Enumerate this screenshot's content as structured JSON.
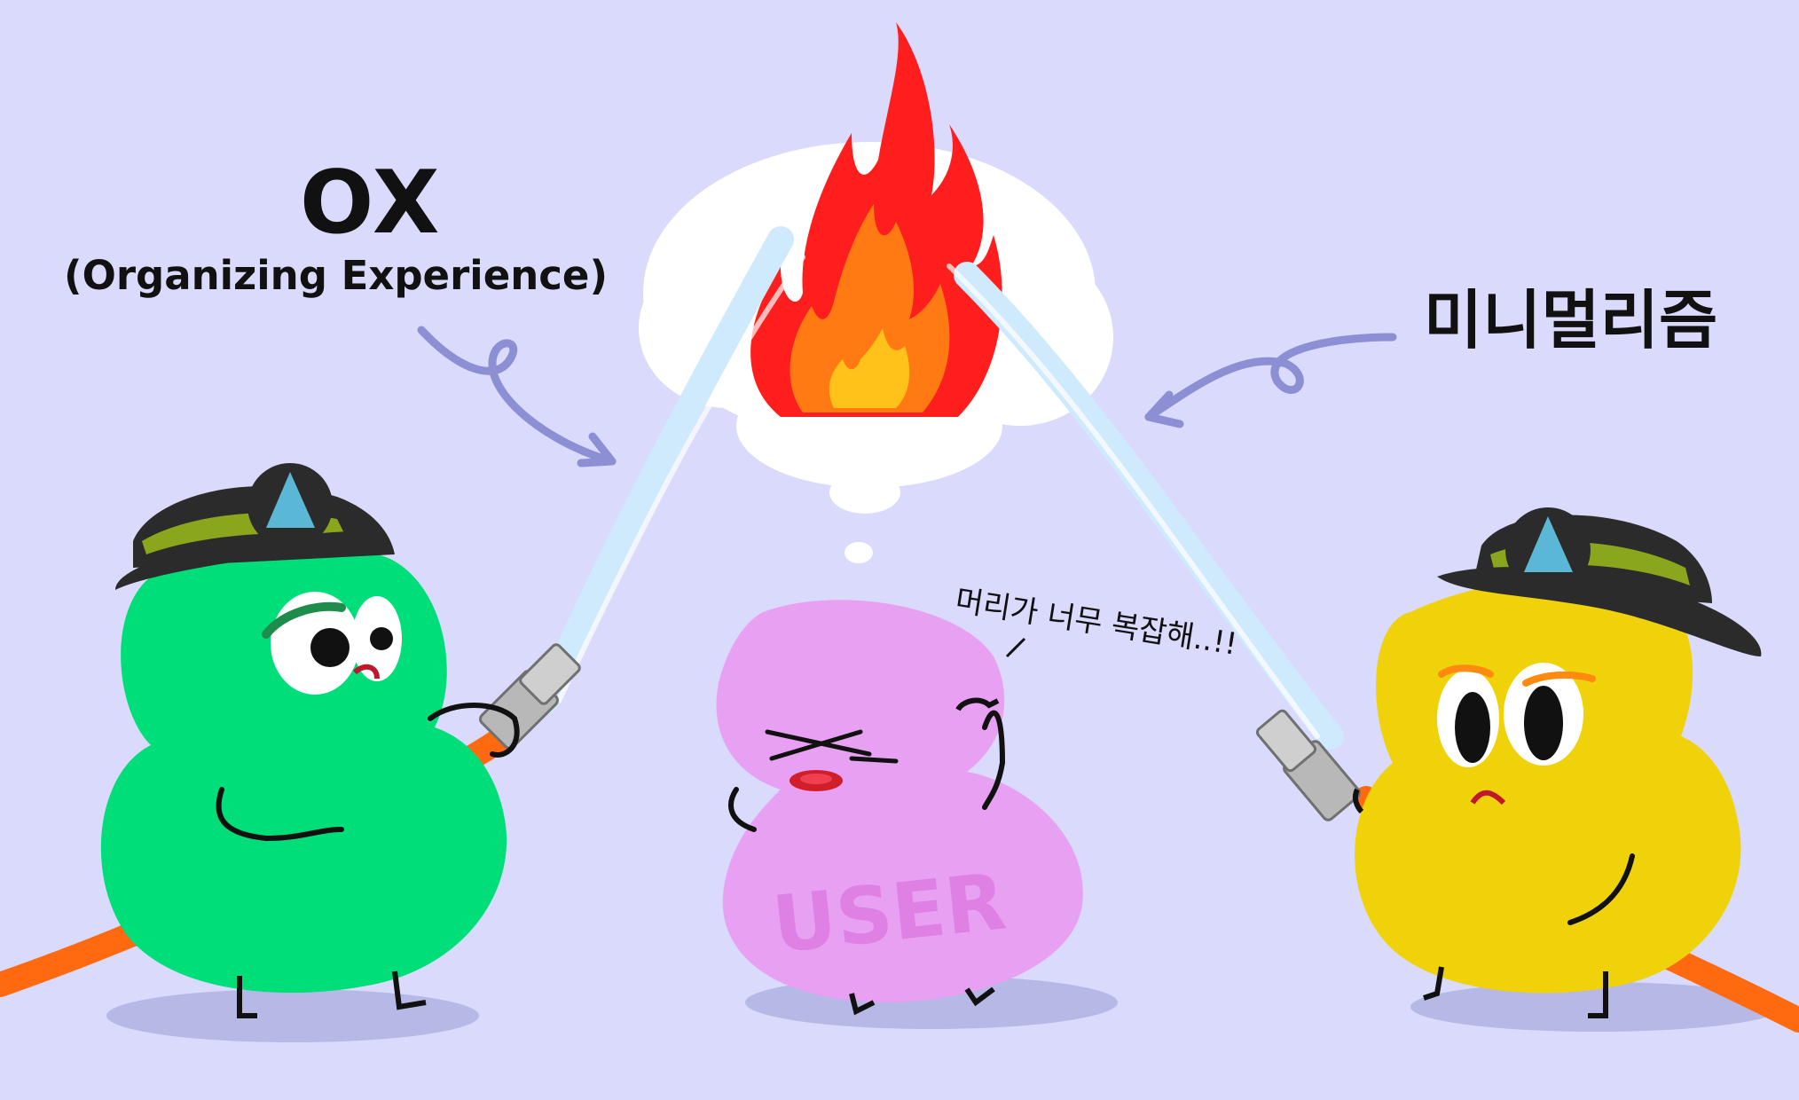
{
  "labels": {
    "ox_title": "OX",
    "ox_subtitle": "(Organizing Experience)",
    "minimalism": "미니멀리즘",
    "speech": "머리가 너무 복잡해..!!",
    "user_label": "USER"
  },
  "colors": {
    "background": "#dadafc",
    "green_character": "#00de7a",
    "yellow_character": "#f0d20a",
    "pink_character": "#e8a0f2",
    "hose": "#ff6a10",
    "water": "#cfeafc",
    "arrow": "#8c8fd4",
    "helmet_dark": "#2b2b2b",
    "helmet_band": "#8aa61c"
  },
  "icons": {
    "helmet_badge": "triangle-logo-icon",
    "fire": "fire-icon"
  }
}
